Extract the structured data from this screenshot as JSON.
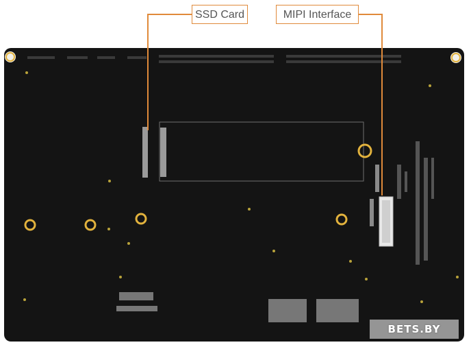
{
  "image": {
    "description_words": "black circuit board bottom view with two labelled callouts",
    "board_color": "#141414",
    "accent_color": "#e08a3a",
    "hole_ring_color": "#e2b23d"
  },
  "callouts": [
    {
      "id": "ssd",
      "label": "SSD Card"
    },
    {
      "id": "mipi",
      "label": "MIPI Interface"
    }
  ],
  "watermark": {
    "text": "BETS.BY"
  }
}
